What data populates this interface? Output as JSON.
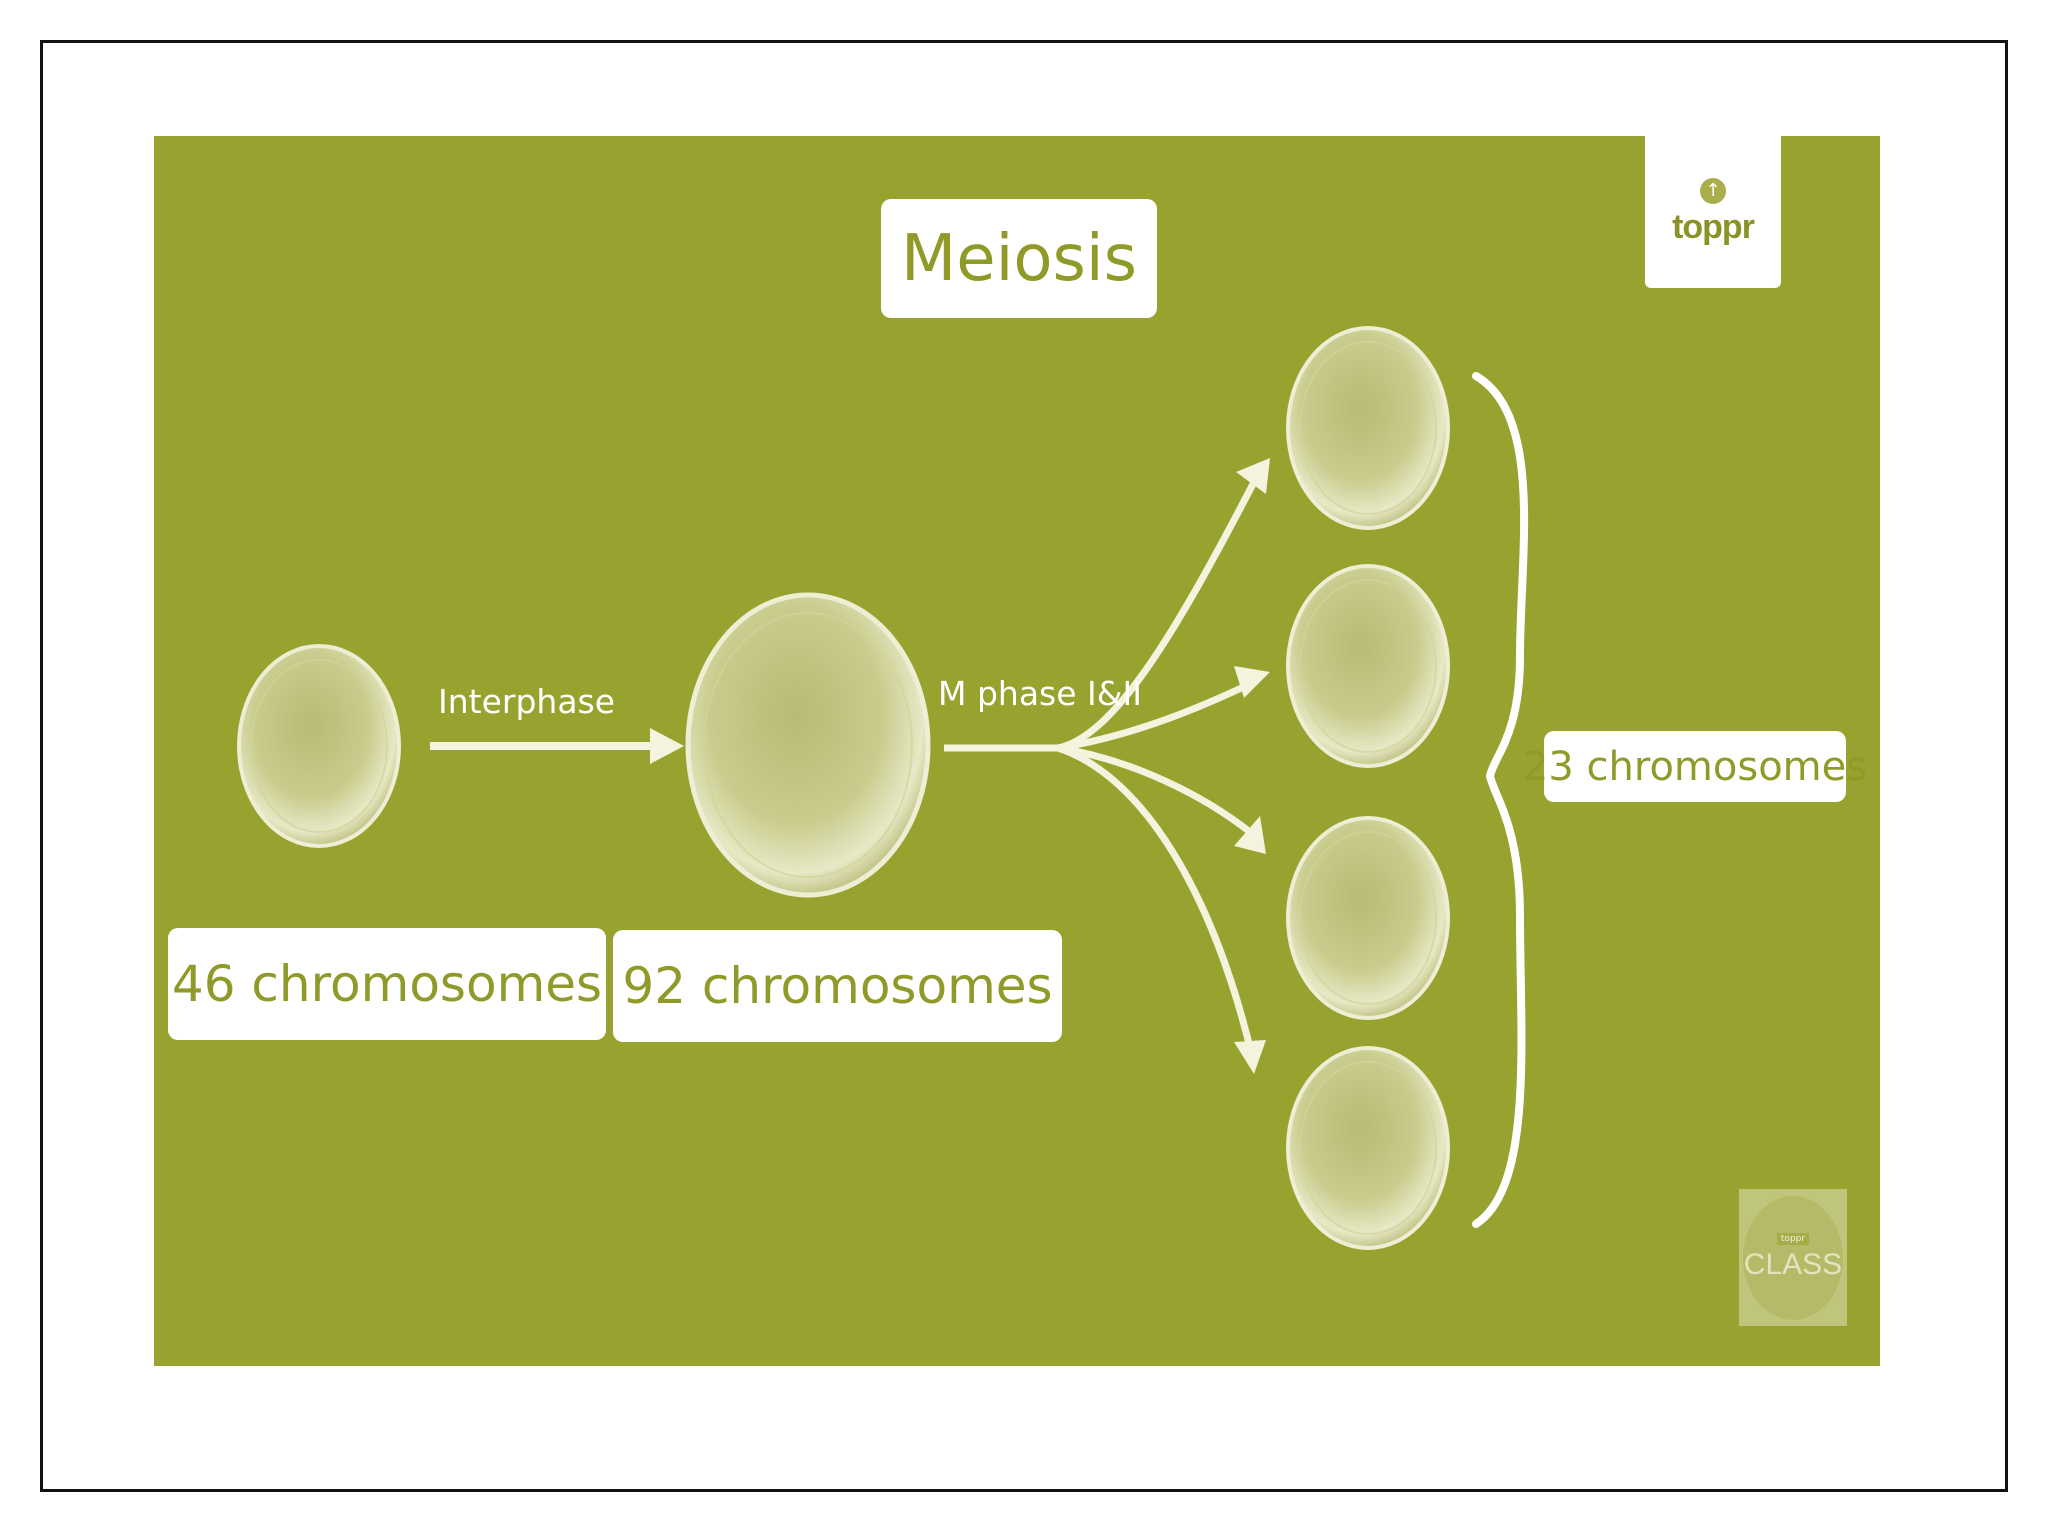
{
  "title": "Meiosis",
  "labels": {
    "parent": "46 chromosomes",
    "replicated": "92 chromosomes",
    "daughters": "23 chromosomes"
  },
  "steps": {
    "interphase": "Interphase",
    "m_phase": "M phase I&II"
  },
  "logo": {
    "text": "toppr",
    "icon": "up-arrow-circle-icon"
  },
  "watermark": {
    "tag": "toppr",
    "text": "CLASS"
  },
  "colors": {
    "background": "#98a22e",
    "cell_fill": "#d9d9a6",
    "arrow": "#f4f3de",
    "label_text": "#8f9a28"
  }
}
